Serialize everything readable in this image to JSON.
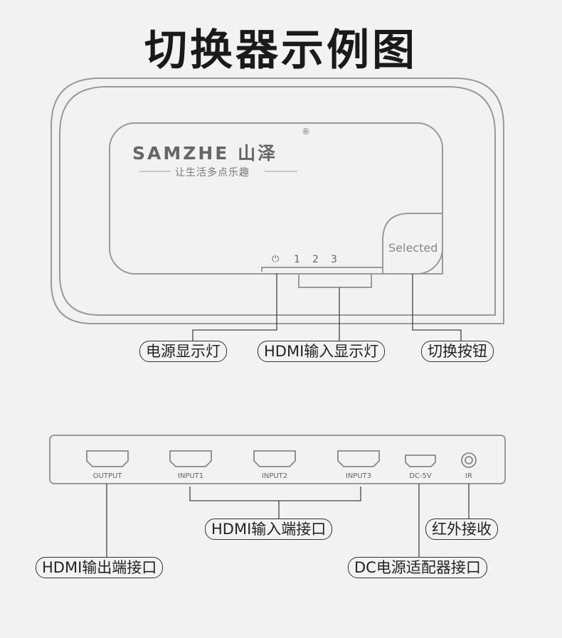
{
  "title": "切换器示例图",
  "front_panel": {
    "brand_name": "SAMZHE 山泽",
    "registered_mark": "®",
    "slogan": "让生活多点乐趣",
    "led_power_symbol": "⏻",
    "led_numbers": [
      "1",
      "2",
      "3"
    ],
    "button_text": "Selected"
  },
  "front_callouts": {
    "power_led": "电源显示灯",
    "hdmi_input_leds": "HDMI输入显示灯",
    "switch_button": "切换按钮"
  },
  "back_panel": {
    "ports": [
      "OUTPUT",
      "INPUT1",
      "INPUT2",
      "INPUT3",
      "DC-5V",
      "IR"
    ]
  },
  "back_callouts": {
    "hdmi_input_ports": "HDMI输入端接口",
    "ir_receiver": "红外接收",
    "hdmi_output_port": "HDMI输出端接口",
    "dc_power_port": "DC电源适配器接口"
  }
}
